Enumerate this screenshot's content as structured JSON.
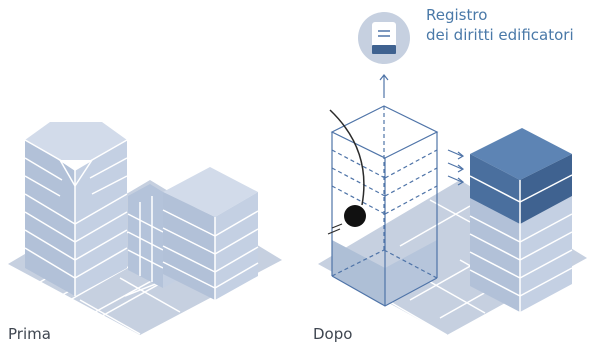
{
  "labels": {
    "before": "Prima",
    "after": "Dopo",
    "register_line1": "Registro",
    "register_line2": "dei diritti edificatori"
  },
  "colors": {
    "ground": "#c6d0e0",
    "ground_dark": "#b8c5d8",
    "block_light": "#c0cce0",
    "block_mid": "#a9bad4",
    "block_top": "#d2dbea",
    "dark_top": "#5d84b4",
    "dark_side": "#4a6f9e",
    "dark_side2": "#3f6290",
    "outline": "#4f74a8",
    "wire": "#2b2b2b",
    "ball": "#111111",
    "white": "#ffffff"
  },
  "icons": [
    "book-icon",
    "up-arrow-icon",
    "wrecking-ball-icon",
    "transfer-arrows-icon"
  ]
}
